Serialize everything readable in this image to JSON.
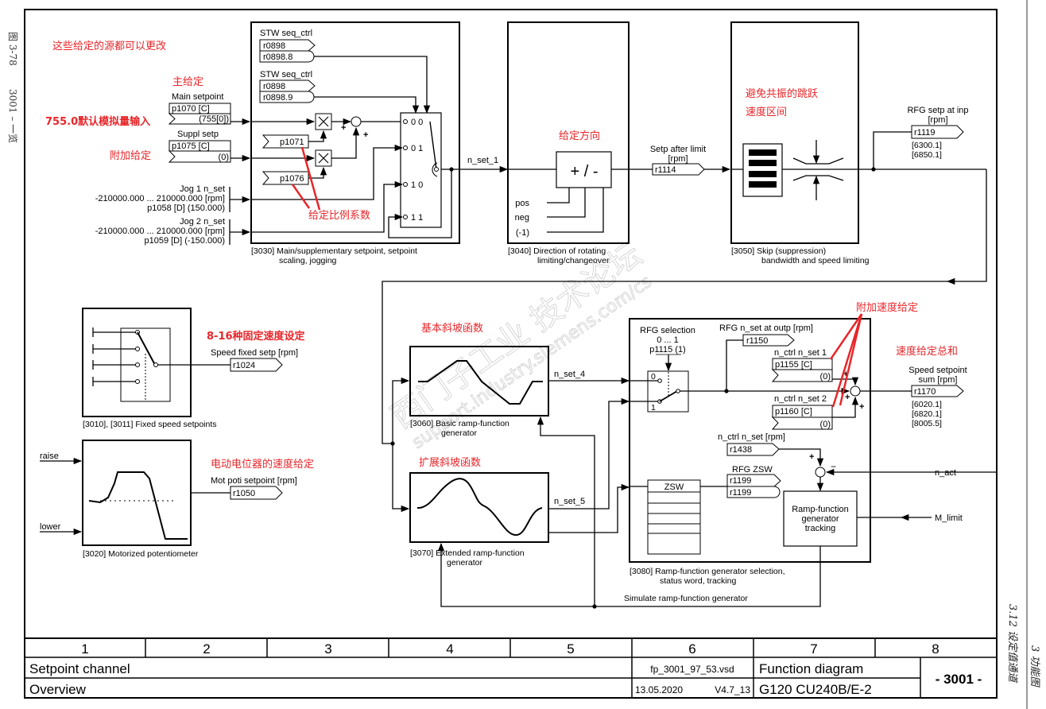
{
  "margin_left": {
    "figure_label": "图 3-78",
    "figure_title": "3001 – 一览"
  },
  "margin_right": {
    "section": "3.12 设定值通道",
    "chapter": "3 功能图"
  },
  "annotations": {
    "sources_changeable": "这些给定的源都可以更改",
    "main_setpoint_cn": "主给定",
    "analog_default": "755.0默认模拟量输入",
    "suppl_setpoint_cn": "附加给定",
    "scaling_factor": "给定比例系数",
    "direction": "给定方向",
    "skip_band_1": "避免共振的跳跃",
    "skip_band_2": "速度区间",
    "fixed_speeds": "8-16种固定速度设定",
    "motor_pot": "电动电位器的速度给定",
    "basic_rfg": "基本斜坡函数",
    "extended_rfg": "扩展斜坡函数",
    "additional_speed": "附加速度给定",
    "speed_sum": "速度给定总和"
  },
  "inputs": {
    "main_setpoint": {
      "label": "Main setpoint",
      "param": "p1070 [C]",
      "value": "(755[0])"
    },
    "suppl_setpoint": {
      "label": "Suppl setp",
      "param": "p1075 [C]",
      "value": "(0)"
    },
    "jog1": {
      "label": "Jog 1 n_set",
      "range": "-210000.000 ... 210000.000  [rpm]",
      "param": "p1058 [D] (150.000)"
    },
    "jog2": {
      "label": "Jog 2 n_set",
      "range": "-210000.000 ... 210000.000  [rpm]",
      "param": "p1059 [D] (-150.000)"
    }
  },
  "block_3030": {
    "stw1_label": "STW seq_ctrl",
    "stw1_word": "r0898",
    "stw1_bit": "r0898.8",
    "stw2_label": "STW seq_ctrl",
    "stw2_word": "r0898",
    "stw2_bit": "r0898.9",
    "scale1": "p1071",
    "scale2": "p1076",
    "switch_positions": [
      "0  0",
      "0  1",
      "1  0",
      "1  1"
    ],
    "plus": "+",
    "caption_1": "[3030]  Main/supplementary setpoint, setpoint",
    "caption_2": "scaling, jogging",
    "output": "n_set_1"
  },
  "block_3040": {
    "symbol": "+ / -",
    "inputs": [
      "pos",
      "neg",
      "(-1)"
    ],
    "caption_1": "[3040]  Direction of rotating",
    "caption_2": "limiting/changeover",
    "out_label_1": "Setp after limit",
    "out_label_2": "[rpm]",
    "out_param": "r1114"
  },
  "block_3050": {
    "caption_1": "[3050]  Skip (suppression)",
    "caption_2": "bandwidth and speed limiting",
    "out_label_1": "RFG setp at inp",
    "out_label_2": "[rpm]",
    "out_param": "r1119",
    "refs": [
      "[6300.1]",
      "[6850.1]"
    ]
  },
  "block_3010": {
    "caption": "[3010], [3011]  Fixed speed setpoints",
    "out_label": "Speed fixed setp [rpm]",
    "out_param": "r1024"
  },
  "block_3020": {
    "in_raise": "raise",
    "in_lower": "lower",
    "caption": "[3020]  Motorized potentiometer",
    "out_label": "Mot poti setpoint [rpm]",
    "out_param": "r1050"
  },
  "block_3060": {
    "caption_1": "[3060]  Basic ramp-function",
    "caption_2": "generator",
    "output": "n_set_4"
  },
  "block_3070": {
    "caption_1": "[3070]  Extended ramp-function",
    "caption_2": "generator",
    "output": "n_set_5"
  },
  "block_3080": {
    "sel_label_1": "RFG selection",
    "sel_label_2": "0 ... 1",
    "sel_param": "p1115 (1)",
    "sel_pos_0": "0",
    "sel_pos_1": "1",
    "rfg_out_label": "RFG n_set at outp [rpm]",
    "rfg_out_param": "r1150",
    "nctrl1_label": "n_ctrl n_set 1",
    "nctrl1_param": "p1155 [C]",
    "nctrl1_value": "(0)",
    "nctrl2_label": "n_ctrl n_set 2",
    "nctrl2_param": "p1160 [C]",
    "nctrl2_value": "(0)",
    "nctrl_label": "n_ctrl n_set [rpm]",
    "nctrl_param": "r1438",
    "zsw_label": "RFG ZSW",
    "zsw_param_1": "r1199",
    "zsw_param_2": "r1199",
    "zsw": "ZSW",
    "tracking_1": "Ramp-function",
    "tracking_2": "generator",
    "tracking_3": "tracking",
    "n_act": "n_act",
    "m_limit": "M_limit",
    "minus": "−",
    "caption_1": "[3080]  Ramp-function generator selection,",
    "caption_2": "status word, tracking",
    "simulate": "Simulate ramp-function generator",
    "sum_label_1": "Speed setpoint",
    "sum_label_2": "sum [rpm]",
    "sum_param": "r1170",
    "sum_refs": [
      "[6020.1]",
      "[6820.1]",
      "[8005.5]"
    ]
  },
  "watermark": {
    "line1": "西门子工业 技术论坛",
    "line2": "support.industry.siemens.com/cs"
  },
  "footer": {
    "columns": [
      "1",
      "2",
      "3",
      "4",
      "5",
      "6",
      "7",
      "8"
    ],
    "title": "Setpoint channel",
    "subtitle": "Overview",
    "file": "fp_3001_97_53.vsd",
    "date": "13.05.2020",
    "version": "V4.7_13",
    "doc_type": "Function diagram",
    "device": "G120 CU240B/E-2",
    "page": "- 3001 -"
  }
}
